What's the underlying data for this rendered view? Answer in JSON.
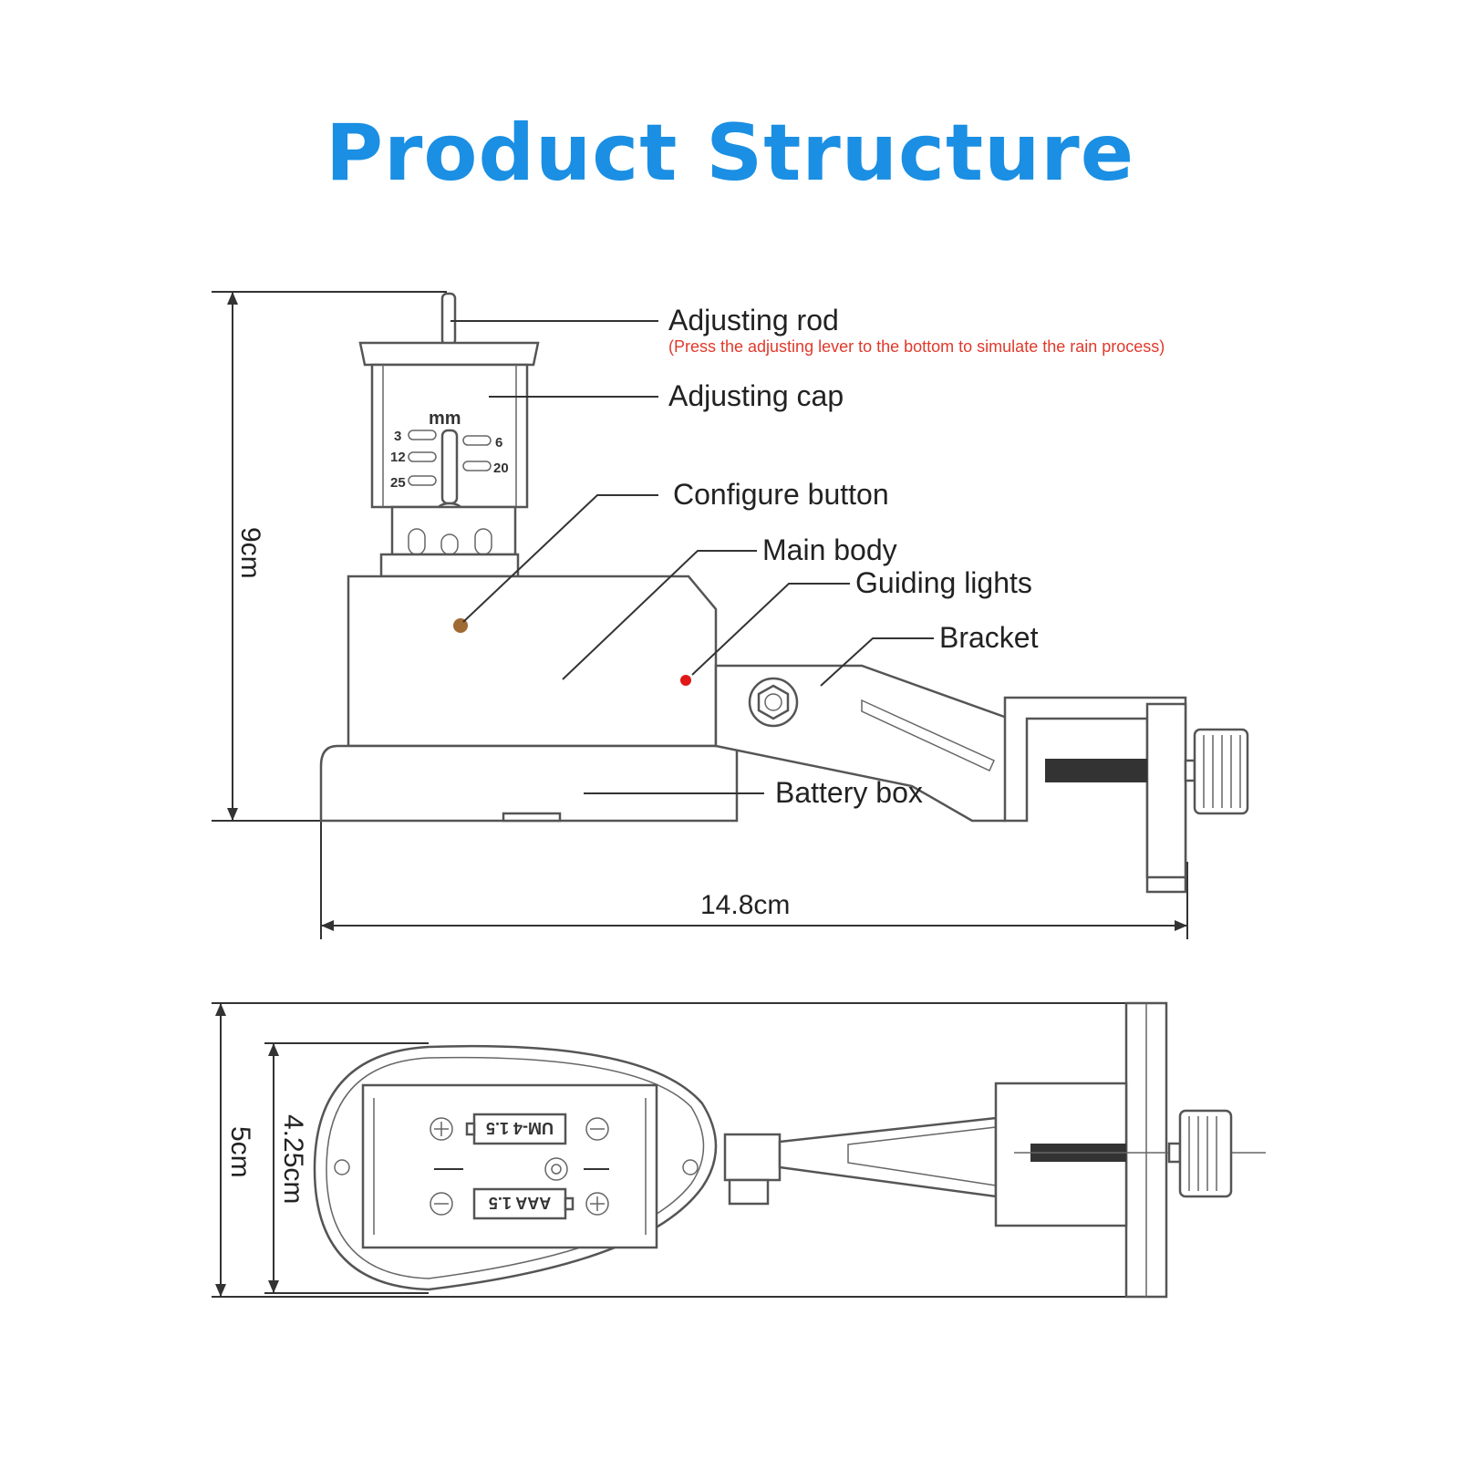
{
  "title": "Product Structure",
  "colors": {
    "title": "#1a8fe3",
    "note": "#e0392b",
    "configure_button": "#a06a35",
    "guiding_light": "#e01818"
  },
  "labels": {
    "adjusting_rod": "Adjusting rod",
    "adjusting_rod_note": "(Press the adjusting lever to the bottom to simulate the rain process)",
    "adjusting_cap": "Adjusting cap",
    "configure_button": "Configure button",
    "main_body": "Main body",
    "guiding_lights": "Guiding lights",
    "bracket": "Bracket",
    "battery_box": "Battery box"
  },
  "dimensions": {
    "height": "9cm",
    "length": "14.8cm",
    "width_outer": "5cm",
    "width_inner": "4.25cm"
  },
  "scale": {
    "unit": "mm",
    "marks_left": [
      "3",
      "12",
      "25"
    ],
    "marks_right": [
      "6",
      "20"
    ]
  },
  "battery": {
    "top_label": "UM-4 1.5",
    "bottom_label": "AAA 1.5"
  }
}
